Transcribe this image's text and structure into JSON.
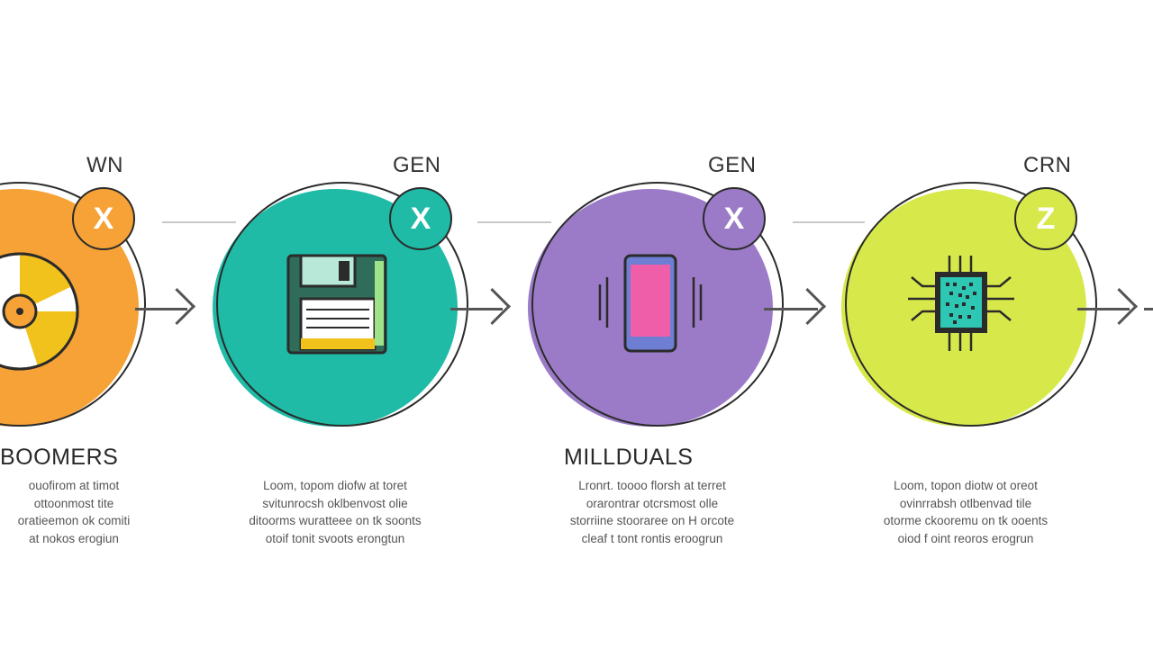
{
  "colors": {
    "orange": "#f6a236",
    "teal": "#1fbba6",
    "purple": "#9b7bc7",
    "lime": "#d7e94a",
    "outline": "#2b2b2b",
    "arrow": "#555555"
  },
  "stages": [
    {
      "code": "WN",
      "badge": "X",
      "name": "BOOMERS",
      "icon": "vinyl-record-icon",
      "description": [
        "ouofirom at timot",
        "ottoonmost tite",
        "oratieemon ok comiti",
        "at nokos erogiun"
      ]
    },
    {
      "code": "GEN",
      "badge": "X",
      "name": "",
      "icon": "floppy-disk-icon",
      "description": [
        "Loom, topom diofw at toret",
        "svitunrocsh oklbenvost olie",
        "ditoorms wuratteee on tk soonts",
        "otoif tonit svoots erongtun"
      ]
    },
    {
      "code": "GEN",
      "badge": "X",
      "name": "MILLDUALS",
      "icon": "smartphone-icon",
      "description": [
        "Lronrt. toooo florsh at terret",
        "orarontrar otcrsmost olle",
        "storriine stooraree on H orcote",
        "cleaf t tont rontis eroogrun"
      ]
    },
    {
      "code": "CRN",
      "badge": "Z",
      "name": "",
      "icon": "microchip-icon",
      "description": [
        "Loom, topon diotw ot oreot",
        "ovinrrabsh otlbenvad tile",
        "otorme ckooremu on tk ooents",
        "oiod f oint reoros erogrun"
      ]
    }
  ]
}
